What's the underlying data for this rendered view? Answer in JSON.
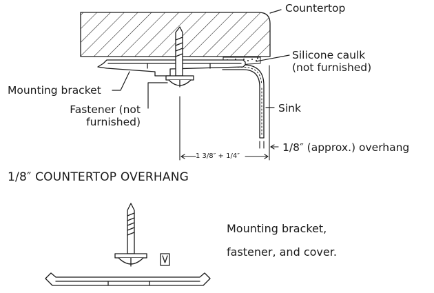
{
  "labels": {
    "countertop": "Countertop",
    "silicone_caulk": "Silicone caulk\n(not furnished)",
    "mounting_bracket": "Mounting bracket",
    "fastener": "Fastener (not\nfurnished)",
    "sink": "Sink",
    "dimension": "1 3/8″ + 1/4″",
    "overhang": "1/8″ (approx.) overhang",
    "section_title": "1/8″ COUNTERTOP OVERHANG",
    "parts_caption": "Mounting bracket,\nfastener, and cover."
  },
  "colors": {
    "ink": "#1a1a1a",
    "background": "#ffffff"
  }
}
